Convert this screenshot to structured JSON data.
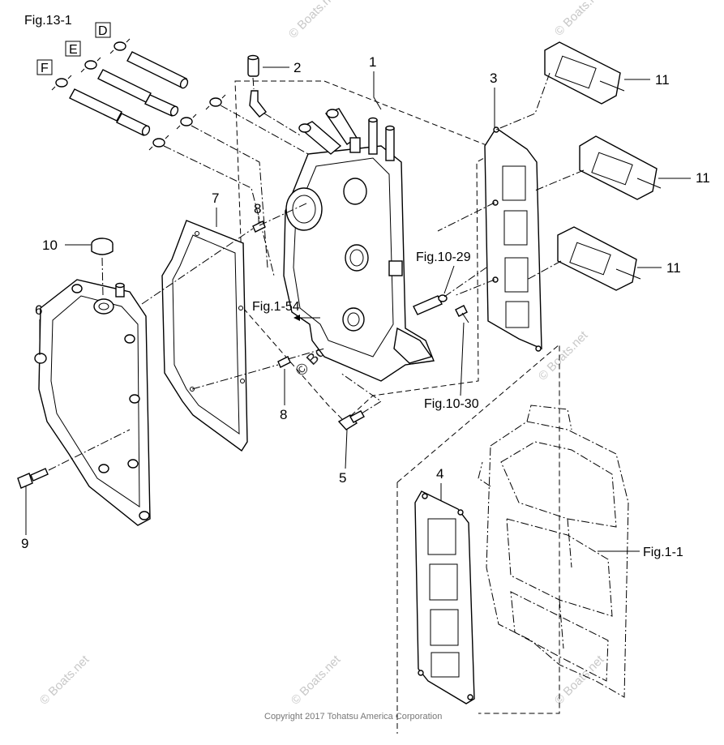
{
  "figure": {
    "title": "Fig.13-1",
    "copyright": "Copyright 2017 Tohatsu America Corporation",
    "watermark": "© Boats.net"
  },
  "hose_connectors": [
    "D",
    "E",
    "F"
  ],
  "callouts": {
    "p1": "1",
    "p2": "2",
    "p3": "3",
    "p4": "4",
    "p5": "5",
    "p6": "6",
    "p7": "7",
    "p8a": "8",
    "p8b": "8",
    "p9": "9",
    "p10": "10",
    "p11a": "11",
    "p11b": "11",
    "p11c": "11"
  },
  "figure_refs": {
    "fig_10_29": "Fig.10-29",
    "fig_10_30": "Fig.10-30",
    "fig_1_54": "Fig.1-54",
    "fig_1_1": "Fig.1-1"
  }
}
